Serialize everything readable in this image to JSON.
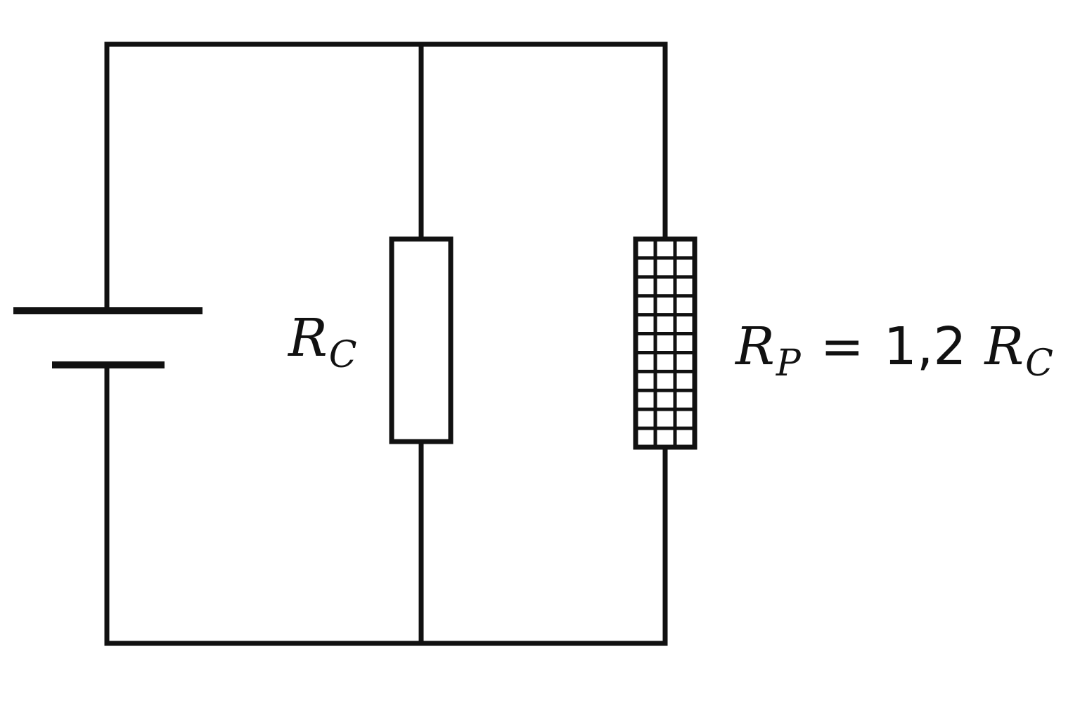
{
  "labels": {
    "rc": {
      "main": "R",
      "sub": "C"
    },
    "rp": {
      "main": "R",
      "sub": "P",
      "equals": "=",
      "factor": "1,2",
      "rhs_main": "R",
      "rhs_sub": "C"
    }
  },
  "colors": {
    "line": "#111111",
    "background": "#ffffff"
  }
}
